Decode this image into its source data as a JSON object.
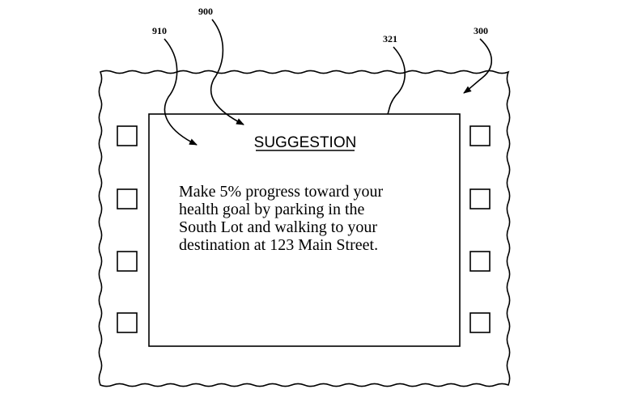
{
  "figure": {
    "references": {
      "device": "300",
      "display": "321",
      "interface": "900",
      "suggestion": "910"
    },
    "suggestion": {
      "title": "SUGGESTION",
      "body_lines": [
        "Make 5% progress toward your",
        "health goal by parking in the",
        "South Lot and walking to your",
        "destination at 123 Main Street."
      ]
    },
    "side_buttons": {
      "left_count": 4,
      "right_count": 4
    },
    "colors": {
      "ink": "#000000",
      "paper": "#ffffff"
    }
  }
}
